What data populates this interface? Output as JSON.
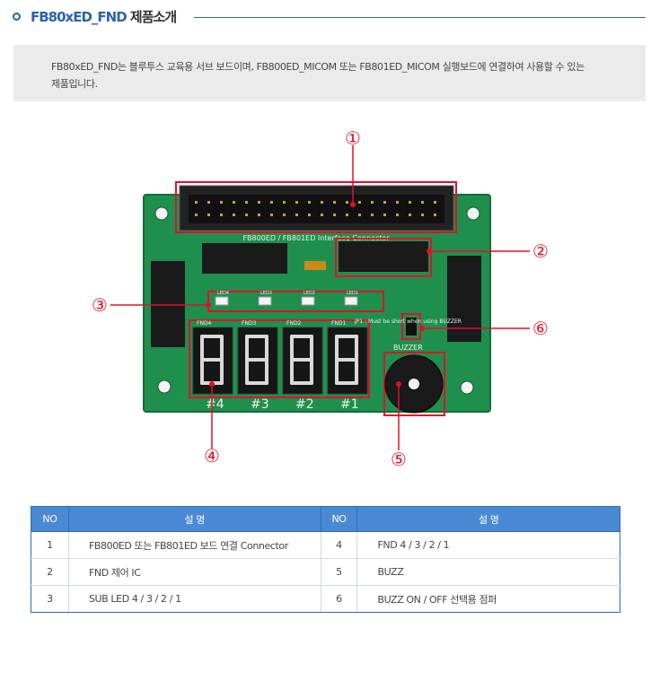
{
  "header": {
    "title_brand": "FB80xED_FND",
    "title_suffix": "제품소개"
  },
  "intro": {
    "line1": "FB80xED_FND는 블루투스 교육용 서브 보드이며, FB800ED_MICOM 또는 FB801ED_MICOM 실행보드에 연결하여 사용할 수 있는",
    "line2": "제품입니다."
  },
  "board": {
    "colors": {
      "pcb": "#1f8f4e",
      "highlight": "#e0102a",
      "frame": "#e0102a"
    },
    "callouts": [
      "①",
      "②",
      "③",
      "④",
      "⑤",
      "⑥"
    ],
    "silkscreen": {
      "connector_label": "FB800ED / FB801ED Interface Connector",
      "fnd_labels": [
        "FND4",
        "FND3",
        "FND2",
        "FND1"
      ],
      "fnd_numbers": [
        "#4",
        "#3",
        "#2",
        "#1"
      ],
      "led_labels": [
        "LED4",
        "LED3",
        "LED2",
        "LED1"
      ],
      "buzzer_label": "BUZZER",
      "jumper_note": "JP1 : Must be short when using BUZZER"
    }
  },
  "table": {
    "headers": [
      "NO",
      "설    명",
      "NO",
      "설    명"
    ],
    "rows": [
      {
        "no_left": "1",
        "desc_left": "FB800ED 또는 FB801ED 보드 연결 Connector",
        "no_right": "4",
        "desc_right": "FND 4 / 3 / 2 / 1"
      },
      {
        "no_left": "2",
        "desc_left": "FND 제어 IC",
        "no_right": "5",
        "desc_right": "BUZZ"
      },
      {
        "no_left": "3",
        "desc_left": "SUB LED 4 / 3 / 2 / 1",
        "no_right": "6",
        "desc_right": "BUZZ ON / OFF 선택용 점퍼"
      }
    ]
  }
}
